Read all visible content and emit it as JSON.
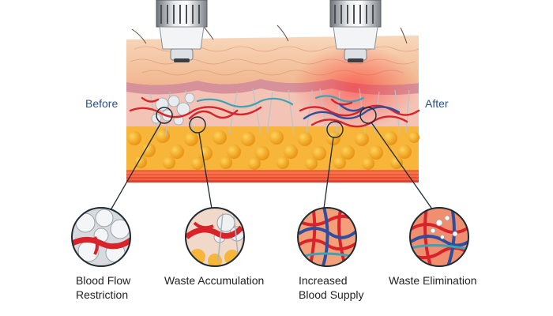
{
  "labels": {
    "before": "Before",
    "after": "After"
  },
  "callouts": [
    {
      "id": "blood-flow-restriction",
      "lines": [
        "Blood Flow",
        "Restriction"
      ]
    },
    {
      "id": "waste-accumulation",
      "lines": [
        "Waste Accumulation"
      ]
    },
    {
      "id": "increased-blood-supply",
      "lines": [
        "Increased",
        "Blood Supply"
      ]
    },
    {
      "id": "waste-elimination",
      "lines": [
        "Waste Elimination"
      ]
    }
  ],
  "colors": {
    "label_blue": "#2a4f8a",
    "vessel_red": "#d8232a",
    "vessel_blue": "#2d4fa0",
    "fat_yellow": "#f4a623",
    "muscle_red": "#ef5a3c",
    "skin_peach": "#f6c9a6"
  },
  "icons": [
    "shockwave-applicator-before",
    "shockwave-applicator-after"
  ]
}
